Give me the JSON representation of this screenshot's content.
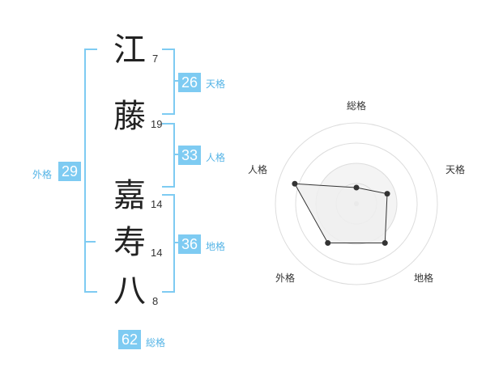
{
  "characters": [
    {
      "char": "江",
      "strokes": "7"
    },
    {
      "char": "藤",
      "strokes": "19"
    },
    {
      "char": "嘉",
      "strokes": "14"
    },
    {
      "char": "寿",
      "strokes": "14"
    },
    {
      "char": "八",
      "strokes": "8"
    }
  ],
  "kakusu": {
    "tenkaku": {
      "value": "26",
      "label": "天格"
    },
    "jinkaku": {
      "value": "33",
      "label": "人格"
    },
    "chikaku": {
      "value": "36",
      "label": "地格"
    },
    "gaikaku": {
      "value": "29",
      "label": "外格"
    },
    "soukaku": {
      "value": "62",
      "label": "総格"
    }
  },
  "chart_data": {
    "type": "radar",
    "axes": [
      "総格",
      "天格",
      "地格",
      "外格",
      "人格"
    ],
    "values": [
      1,
      2,
      3,
      3,
      4
    ],
    "range": [
      0,
      5
    ],
    "rings": 4,
    "colors": {
      "fill": "#eeeeee",
      "line": "#333333",
      "grid": "#dddddd",
      "point": "#333333"
    }
  }
}
